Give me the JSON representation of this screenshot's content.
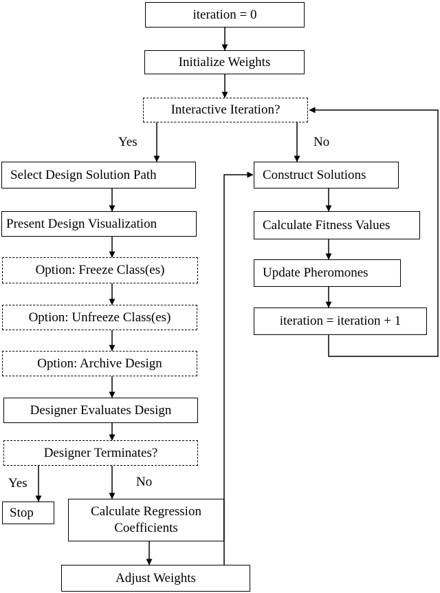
{
  "nodes": {
    "iter_init": "iteration = 0",
    "init_weights": "Initialize Weights",
    "interactive": "Interactive Iteration?",
    "select_path": "Select Design Solution Path",
    "present_vis": "Present Design Visualization",
    "freeze": "Option: Freeze Class(es)",
    "unfreeze": "Option: Unfreeze Class(es)",
    "archive": "Option: Archive Design",
    "evaluates": "Designer Evaluates Design",
    "terminates": "Designer Terminates?",
    "stop": "Stop",
    "regression_line1": "Calculate Regression",
    "regression_line2": "Coefficients",
    "adjust": "Adjust Weights",
    "construct": "Construct Solutions",
    "fitness": "Calculate Fitness Values",
    "pheromones": "Update Pheromones",
    "iter_inc": "iteration = iteration + 1"
  },
  "labels": {
    "yes_interactive": "Yes",
    "no_interactive": "No",
    "yes_terminate": "Yes",
    "no_terminate": "No"
  }
}
